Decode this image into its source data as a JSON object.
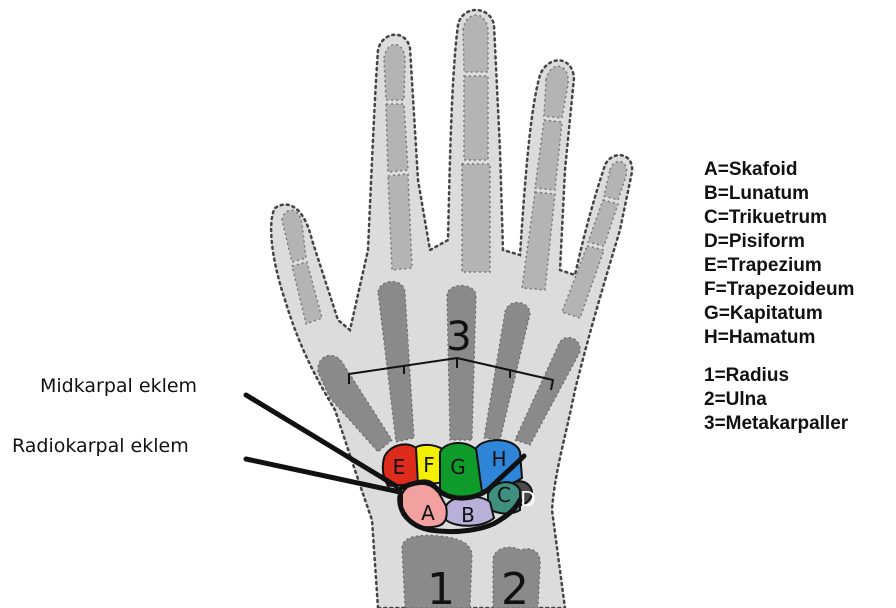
{
  "diagram": {
    "colors": {
      "skin": "#dcdcdc",
      "bone": "#b4b4b4",
      "metacarpal": "#8a8a8a",
      "outline": "#333333",
      "scaphoid": "#f2a0a0",
      "lunate": "#b8b0d8",
      "triquetrum": "#3f8f80",
      "pisiform": "#4a4a4a",
      "trapezium": "#dd2c1c",
      "trapezoid": "#f2f000",
      "capitate": "#0f9b2a",
      "hamate": "#2f86d8"
    },
    "bone_labels": [
      {
        "id": "A",
        "text": "A"
      },
      {
        "id": "B",
        "text": "B"
      },
      {
        "id": "C",
        "text": "C"
      },
      {
        "id": "D",
        "text": "D"
      },
      {
        "id": "E",
        "text": "E"
      },
      {
        "id": "F",
        "text": "F"
      },
      {
        "id": "G",
        "text": "G"
      },
      {
        "id": "H",
        "text": "H"
      }
    ],
    "region_labels": {
      "metacarpals": "3",
      "radius": "1",
      "ulna": "2"
    },
    "callouts": {
      "midcarpal": "Midkarpal eklem",
      "radiocarpal": "Radiokarpal eklem"
    },
    "legend": {
      "carpals": [
        "A=Skafoid",
        "B=Lunatum",
        "C=Trikuetrum",
        "D=Pisiform",
        "E=Trapezium",
        "F=Trapezoideum",
        "G=Kapitatum",
        "H=Hamatum"
      ],
      "others": [
        "1=Radius",
        "2=Ulna",
        "3=Metakarpaller"
      ]
    }
  }
}
